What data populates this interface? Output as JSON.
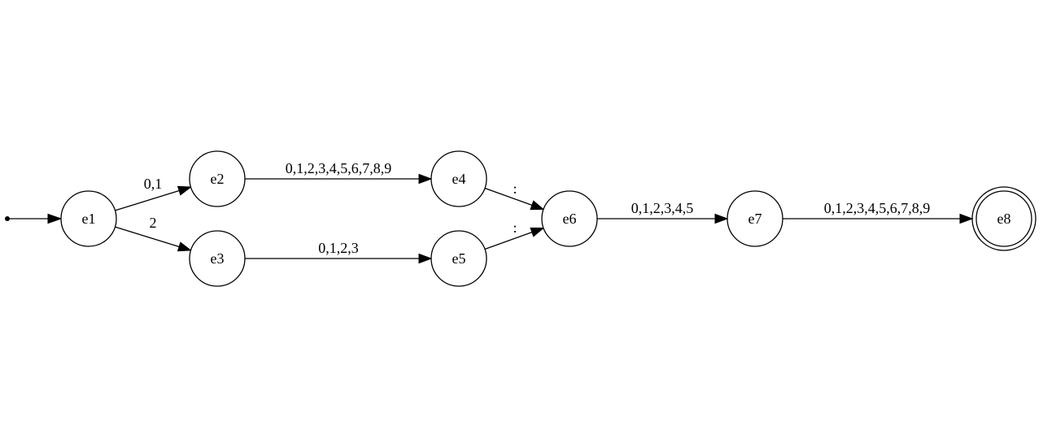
{
  "automaton": {
    "nodes": [
      {
        "id": "e1",
        "label": "e1",
        "accepting": false
      },
      {
        "id": "e2",
        "label": "e2",
        "accepting": false
      },
      {
        "id": "e3",
        "label": "e3",
        "accepting": false
      },
      {
        "id": "e4",
        "label": "e4",
        "accepting": false
      },
      {
        "id": "e5",
        "label": "e5",
        "accepting": false
      },
      {
        "id": "e6",
        "label": "e6",
        "accepting": false
      },
      {
        "id": "e7",
        "label": "e7",
        "accepting": false
      },
      {
        "id": "e8",
        "label": "e8",
        "accepting": true
      }
    ],
    "start_state": "e1",
    "edges": [
      {
        "from": "e1",
        "to": "e2",
        "label": "0,1"
      },
      {
        "from": "e1",
        "to": "e3",
        "label": "2"
      },
      {
        "from": "e2",
        "to": "e4",
        "label": "0,1,2,3,4,5,6,7,8,9"
      },
      {
        "from": "e3",
        "to": "e5",
        "label": "0,1,2,3"
      },
      {
        "from": "e4",
        "to": "e6",
        "label": ":"
      },
      {
        "from": "e5",
        "to": "e6",
        "label": ":"
      },
      {
        "from": "e6",
        "to": "e7",
        "label": "0,1,2,3,4,5"
      },
      {
        "from": "e7",
        "to": "e8",
        "label": "0,1,2,3,4,5,6,7,8,9"
      }
    ]
  }
}
